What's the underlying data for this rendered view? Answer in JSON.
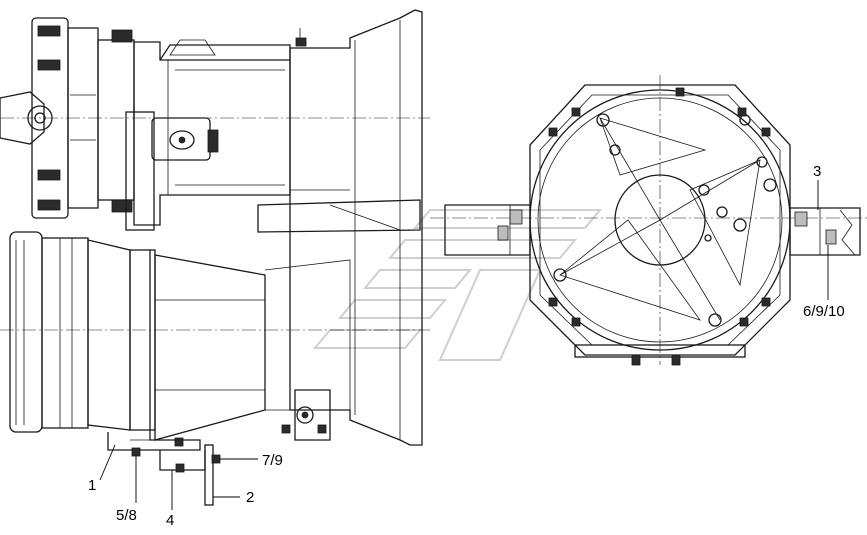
{
  "callouts": {
    "c1": "1",
    "c2": "2",
    "c3": "3",
    "c4": "4",
    "c58": "5/8",
    "c79": "7/9",
    "c6910": "6/9/10"
  }
}
